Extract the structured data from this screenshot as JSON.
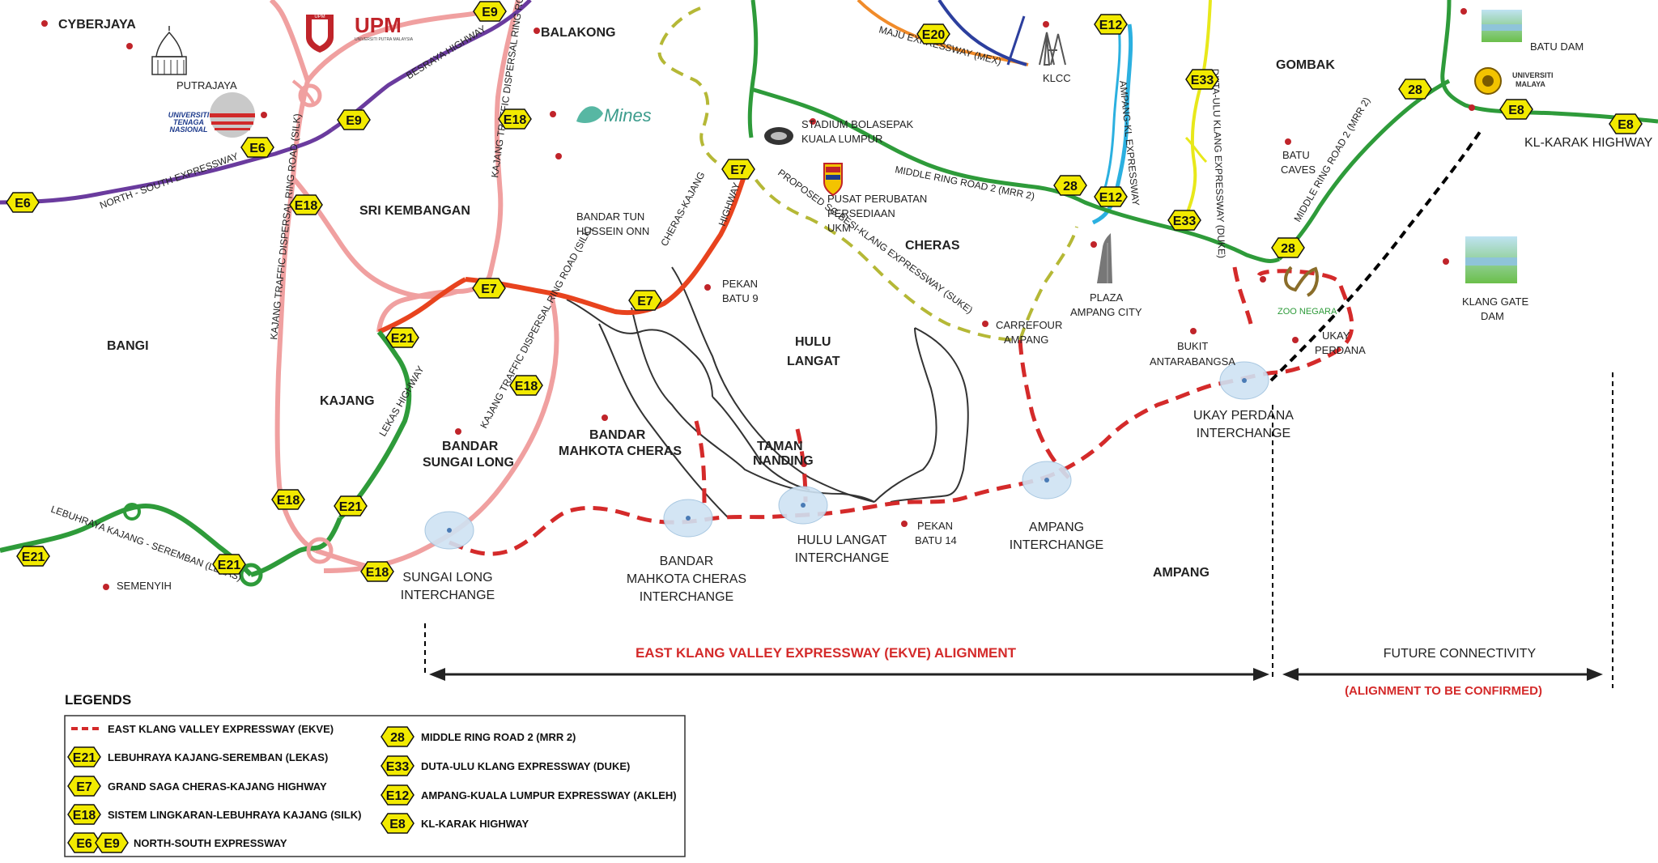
{
  "colors": {
    "ekve": "#d42a2a",
    "lekas": "#2e9b3a",
    "mrr2": "#2e9b3a",
    "e7": "#e8431e",
    "silk": "#f0a0a0",
    "nse": "#6a3b9e",
    "duke": "#e8e81a",
    "akleh": "#2bb0e0",
    "mex": "#f08b2a",
    "suke": "#b5b836",
    "local": "#333333",
    "shield_fill": "#f2ea00",
    "dot": "#c0242a",
    "interchange": "#cfe3f3"
  },
  "places": [
    {
      "label": "CYBERJAYA",
      "bold": true
    },
    {
      "label": "PUTRAJAYA",
      "bold": false
    },
    {
      "label": "BALAKONG",
      "bold": true
    },
    {
      "label": "SRI KEMBANGAN",
      "bold": true
    },
    {
      "label": "BANDAR TUN",
      "bold": false
    },
    {
      "label": "HUSSEIN ONN",
      "bold": false
    },
    {
      "label": "BANGI",
      "bold": true
    },
    {
      "label": "KAJANG",
      "bold": true
    },
    {
      "label": "BANDAR",
      "bold": true
    },
    {
      "label": "SUNGAI LONG",
      "bold": true
    },
    {
      "label": "BANDAR",
      "bold": true
    },
    {
      "label": "MAHKOTA CHERAS",
      "bold": true
    },
    {
      "label": "TAMAN",
      "bold": true
    },
    {
      "label": "NANDING",
      "bold": true
    },
    {
      "label": "HULU",
      "bold": true
    },
    {
      "label": "LANGAT",
      "bold": true
    },
    {
      "label": "PEKAN",
      "bold": false
    },
    {
      "label": "BATU 9",
      "bold": false
    },
    {
      "label": "PEKAN",
      "bold": false
    },
    {
      "label": "BATU 14",
      "bold": false
    },
    {
      "label": "CHERAS",
      "bold": true
    },
    {
      "label": "STADIUM BOLASEPAK",
      "bold": false
    },
    {
      "label": "KUALA LUMPUR",
      "bold": false
    },
    {
      "label": "PUSAT PERUBATAN",
      "bold": false
    },
    {
      "label": "PERSEDIAAN",
      "bold": false
    },
    {
      "label": "UKM",
      "bold": false
    },
    {
      "label": "KLCC",
      "bold": false
    },
    {
      "label": "CARREFOUR",
      "bold": false
    },
    {
      "label": "AMPANG",
      "bold": false
    },
    {
      "label": "PLAZA",
      "bold": false
    },
    {
      "label": "AMPANG CITY",
      "bold": false
    },
    {
      "label": "GOMBAK",
      "bold": true
    },
    {
      "label": "BATU",
      "bold": false
    },
    {
      "label": "CAVES",
      "bold": false
    },
    {
      "label": "BATU DAM",
      "bold": false
    },
    {
      "label": "BUKIT",
      "bold": false
    },
    {
      "label": "ANTARABANGSA",
      "bold": false
    },
    {
      "label": "UKAY",
      "bold": false
    },
    {
      "label": "PERDANA",
      "bold": false
    },
    {
      "label": "KLANG GATE",
      "bold": false
    },
    {
      "label": "DAM",
      "bold": false
    },
    {
      "label": "AMPANG",
      "bold": true
    },
    {
      "label": "SEMENYIH",
      "bold": false
    },
    {
      "label": "KL-KARAK HIGHWAY",
      "bold": false
    }
  ],
  "interchanges": [
    [
      "SUNGAI LONG",
      "INTERCHANGE"
    ],
    [
      "BANDAR",
      "MAHKOTA CHERAS",
      "INTERCHANGE"
    ],
    [
      "HULU LANGAT",
      "INTERCHANGE"
    ],
    [
      "AMPANG",
      "INTERCHANGE"
    ],
    [
      "UKAY PERDANA",
      "INTERCHANGE"
    ]
  ],
  "road_labels": [
    "BESRAYA HIGHWAY",
    "NORTH - SOUTH   EXPRESSWAY",
    "KAJANG TRAFFIC DISPERSAL RING   ROAD (SILK)",
    "KAJANG  TRAFFIC  DISPERSAL RING ROAD (SILK)",
    "KAJANG TRAFFIC DISPERSAL RING ROAD (SILK)",
    "LEKAS HIGHWAY",
    "LEBUHRAYA  KAJANG  - SEREMBAN  (LEKAS)",
    "CHERAS-KAJANG",
    "HIGHWAY",
    "PROPOSED  SG BESI-KLANG  EXPRESSWAY (SUKE)",
    "MIDDLE RING ROAD 2 (MRR 2)",
    "MAJU EXPRESSWAY (MEX)",
    "AMPANG-KL EXPRESSWAY",
    "DUTA-ULU KLANG EXPRESSWAY (DUKE)",
    "MIDDLE RING ROAD 2 (MRR 2)"
  ],
  "shields": [
    "E9",
    "E9",
    "E6",
    "E6",
    "E18",
    "E18",
    "E18",
    "E18",
    "E18",
    "E7",
    "E7",
    "E7",
    "E21",
    "E21",
    "E21",
    "E21",
    "E20",
    "E12",
    "E12",
    "E33",
    "E33",
    "28",
    "28",
    "28",
    "E8",
    "E8"
  ],
  "logos": {
    "upm": "UPM",
    "upm_sub": "UNIVERSITI PUTRA MALAYSIA",
    "uniten_1": "UNIVERSITI",
    "uniten_2": "TENAGA",
    "uniten_3": "NASIONAL",
    "mines": "Mines",
    "zoo": "ZOO NEGARA",
    "um_1": "UNIVERSITI",
    "um_2": "MALAYA"
  },
  "alignment": {
    "ekve_label": "EAST KLANG VALLEY EXPRESSWAY (EKVE) ALIGNMENT",
    "future_label": "FUTURE CONNECTIVITY",
    "future_note": "(ALIGNMENT TO BE CONFIRMED)"
  },
  "legend": {
    "title": "LEGENDS",
    "left": [
      {
        "shields": [],
        "label": "EAST KLANG VALLEY EXPRESSWAY (EKVE)"
      },
      {
        "shields": [
          "E21"
        ],
        "label": "LEBUHRAYA KAJANG-SEREMBAN (LEKAS)"
      },
      {
        "shields": [
          "E7"
        ],
        "label": "GRAND SAGA CHERAS-KAJANG HIGHWAY"
      },
      {
        "shields": [
          "E18"
        ],
        "label": "SISTEM LINGKARAN-LEBUHRAYA KAJANG (SILK)"
      },
      {
        "shields": [
          "E6",
          "E9"
        ],
        "label": "NORTH-SOUTH EXPRESSWAY"
      }
    ],
    "right": [
      {
        "shields": [
          "28"
        ],
        "label": "MIDDLE RING ROAD 2 (MRR 2)"
      },
      {
        "shields": [
          "E33"
        ],
        "label": "DUTA-ULU KLANG EXPRESSWAY (DUKE)"
      },
      {
        "shields": [
          "E12"
        ],
        "label": "AMPANG-KUALA LUMPUR EXPRESSWAY (AKLEH)"
      },
      {
        "shields": [
          "E8"
        ],
        "label": "KL-KARAK HIGHWAY"
      }
    ]
  }
}
